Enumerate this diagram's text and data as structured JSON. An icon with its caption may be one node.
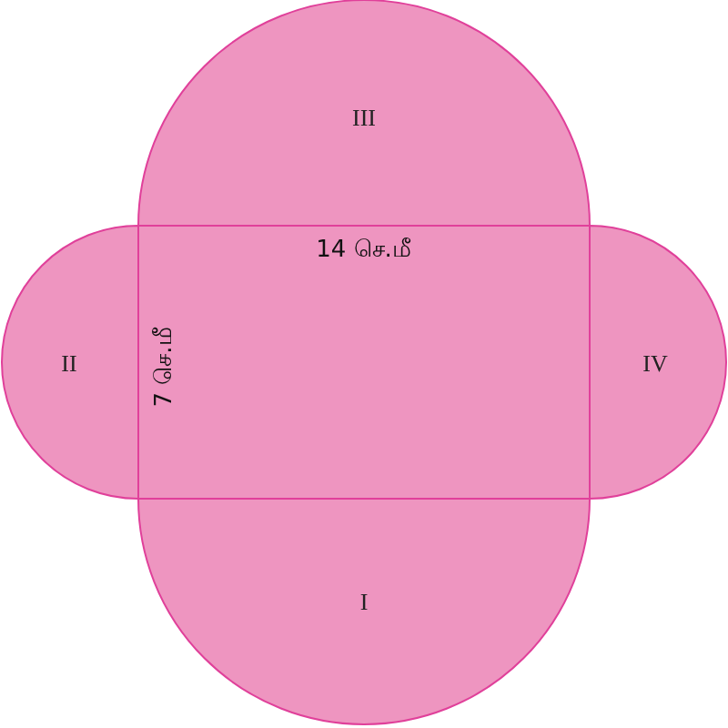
{
  "diagram": {
    "nodes": [
      {
        "text": [
          "III"
        ]
      },
      {
        "text": [
          "II"
        ]
      },
      {
        "text": [
          "IV"
        ]
      },
      {
        "text": [
          "I"
        ]
      }
    ],
    "labels": [
      "14 செ.மீ",
      "7 செ.மீ"
    ]
  }
}
